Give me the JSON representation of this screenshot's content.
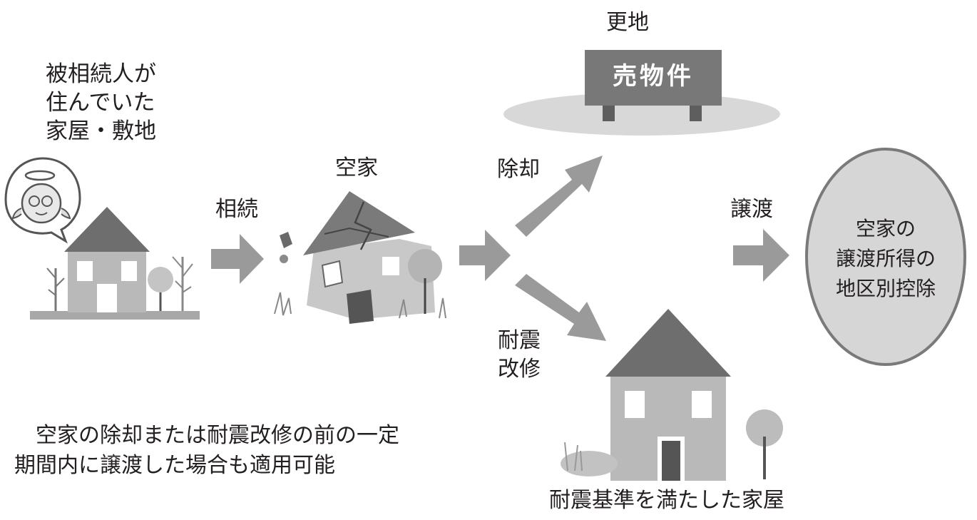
{
  "labels": {
    "origin": [
      "被相続人が",
      "住んでいた",
      "家屋・敷地"
    ],
    "inherit": "相続",
    "vacant": "空家",
    "demolish": "除却",
    "vacant_lot": "更地",
    "sign_text": "売物件",
    "retrofit": [
      "耐震",
      "改修"
    ],
    "transfer": "譲渡",
    "deduction": [
      "空家の",
      "譲渡所得の",
      "地区別控除"
    ],
    "quake_house": "耐震基準を満たした家屋",
    "note": [
      "　空家の除却または耐震改修の前の一定",
      "期間内に譲渡した場合も適用可能"
    ]
  },
  "colors": {
    "roof": "#6e6e6e",
    "wall": "#b9b9b9",
    "arrow": "#9a9a9a",
    "sign": "#787878",
    "oval_fill": "#d6d6d6",
    "oval_stroke": "#7a7a7a"
  },
  "icons": [
    "deceased-person-bubble-icon",
    "house-icon",
    "dilapidated-house-icon",
    "for-sale-sign-icon",
    "tree-icon",
    "arrow-right-icon",
    "arrow-up-right-icon",
    "arrow-down-right-icon"
  ]
}
